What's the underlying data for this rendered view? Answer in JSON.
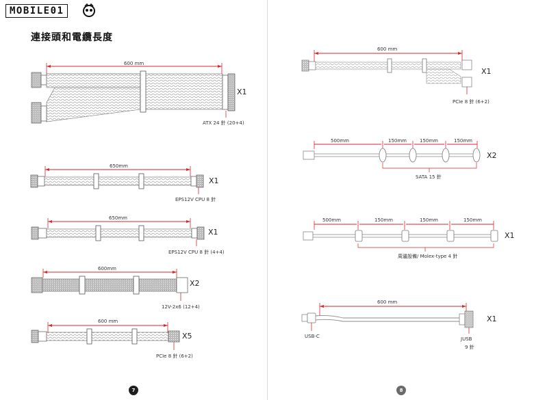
{
  "brand": {
    "logo_text": "MOBILE01"
  },
  "left_page": {
    "title": "連接頭和電纜長度",
    "page_number": "7",
    "cables": [
      {
        "length": "600 mm",
        "label": "ATX 24 針 (20+4)",
        "count": "X1"
      },
      {
        "length": "650mm",
        "label": "EPS12V CPU 8 針",
        "count": "X1"
      },
      {
        "length": "650mm",
        "label": "EPS12V CPU 8 針 (4+4)",
        "count": "X1"
      },
      {
        "length": "600mm",
        "label": "12V-2x6 (12+4)",
        "count": "X2"
      },
      {
        "length": "600 mm",
        "label": "PCIe 8 針 (6+2)",
        "count": "X5"
      }
    ]
  },
  "right_page": {
    "page_number": "8",
    "cables": [
      {
        "length": "600 mm",
        "label": "PCIe 8 針 (6+2)",
        "count": "X1"
      },
      {
        "segments": [
          "500mm",
          "150mm",
          "150mm",
          "150mm"
        ],
        "label": "SATA 15 針",
        "count": "X2"
      },
      {
        "segments": [
          "500mm",
          "150mm",
          "150mm",
          "150mm"
        ],
        "label": "周邊設備/ Molex-type 4 針",
        "count": "X1"
      },
      {
        "length": "600 mm",
        "label_left": "USB-C",
        "label_right": "JUSB",
        "label_right2": "9 針",
        "count": "X1"
      }
    ]
  },
  "colors": {
    "dimension_line": "#d9262b",
    "cable_stroke": "#7a7a7a",
    "page7_badge": "#1f1f1f",
    "page8_badge": "#6b6b6b"
  }
}
